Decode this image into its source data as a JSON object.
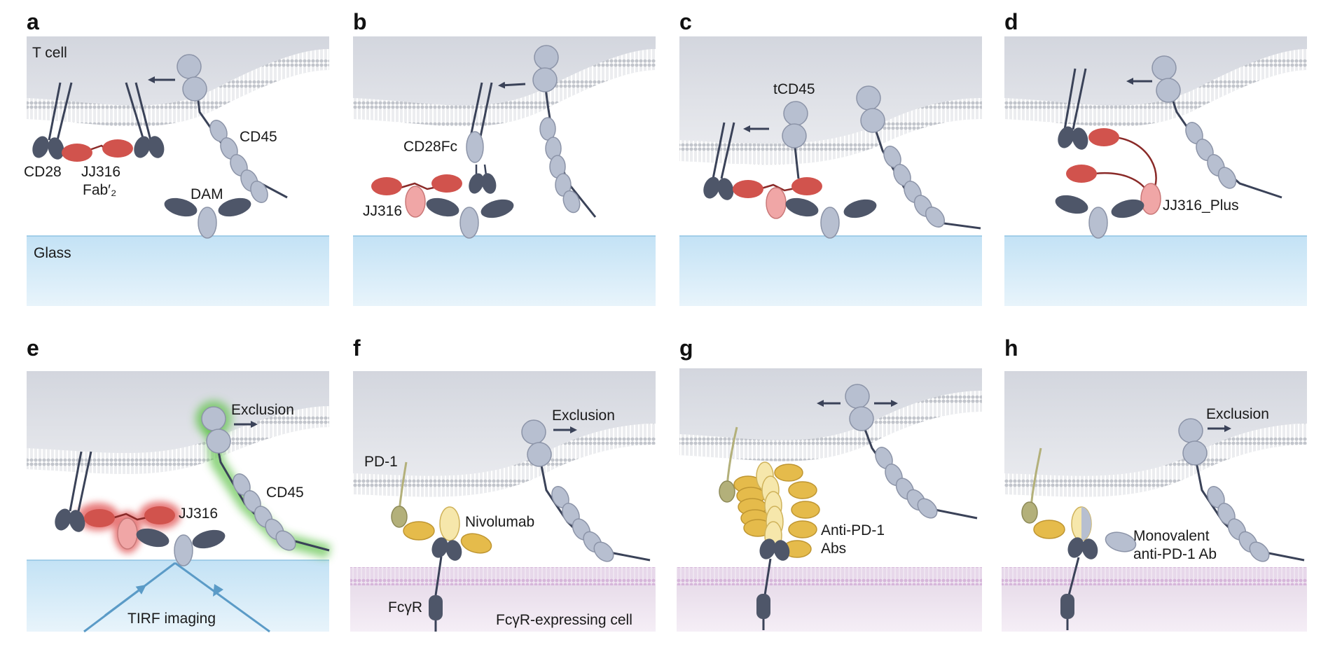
{
  "panels": [
    {
      "letter": "a",
      "labels": {
        "cell": "T cell",
        "cd45": "CD45",
        "cd28": "CD28",
        "jj316": "JJ316",
        "fab": "Fab′₂",
        "dam": "DAM",
        "glass": "Glass"
      }
    },
    {
      "letter": "b",
      "labels": {
        "cd28fc": "CD28Fc",
        "jj316": "JJ316"
      }
    },
    {
      "letter": "c",
      "labels": {
        "tcd45": "tCD45"
      }
    },
    {
      "letter": "d",
      "labels": {
        "jj316plus": "JJ316_Plus"
      }
    },
    {
      "letter": "e",
      "labels": {
        "exclusion": "Exclusion",
        "cd45": "CD45",
        "jj316": "JJ316",
        "tirf": "TIRF imaging"
      }
    },
    {
      "letter": "f",
      "labels": {
        "exclusion": "Exclusion",
        "pd1": "PD-1",
        "nivolumab": "Nivolumab",
        "fcgr": "FcγR",
        "fcgrcell": "FcγR-expressing cell"
      }
    },
    {
      "letter": "g",
      "labels": {
        "anti1": "Anti-PD-1",
        "anti2": "Abs"
      }
    },
    {
      "letter": "h",
      "labels": {
        "exclusion": "Exclusion",
        "mono1": "Monovalent",
        "mono2": "anti-PD-1 Ab"
      }
    }
  ],
  "colors": {
    "cell_top": "#d4d7df",
    "cell_bottom": "#fbfbfc",
    "glass_top": "#c3e2f5",
    "glass_bottom": "#e7f4fb",
    "fcgr_cell": "#ece3ee",
    "membrane": "#b9bcc4",
    "cd45": "#b7bfd0",
    "cd28": "#4e5669",
    "jj316": "#d1534d",
    "dam_light": "#f0a6a6",
    "pd1": "#b3b07a",
    "nivolumab": "#e5bb4b",
    "nivo_light": "#f6e7ab",
    "arrow": "#3a4258",
    "tirf": "#5b9bc7"
  }
}
